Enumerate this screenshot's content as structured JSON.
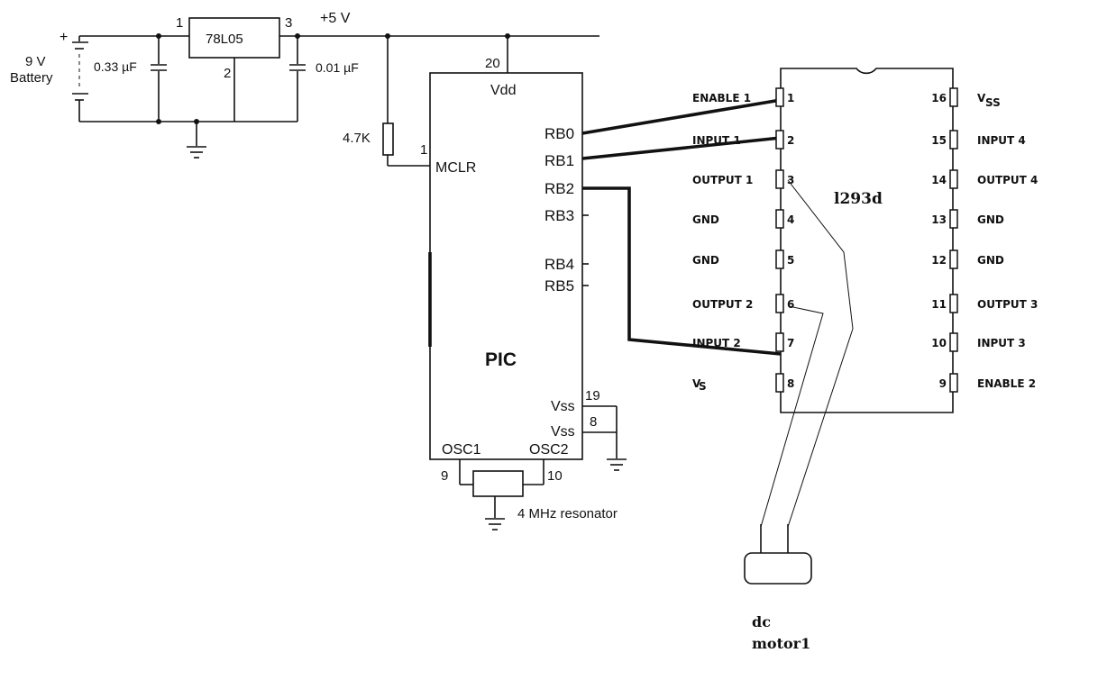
{
  "power": {
    "battery_plus": "+",
    "battery_label_1": "9 V",
    "battery_label_2": "Battery",
    "cap1_label": "0.33 µF",
    "cap2_label": "0.01 µF",
    "regulator_label": "78L05",
    "reg_pin_in": "1",
    "reg_pin_gnd": "2",
    "reg_pin_out": "3",
    "supply_label": "+5 V"
  },
  "pic": {
    "name": "PIC",
    "resistor_label": "4.7K",
    "vdd_pin": "20",
    "vdd_label": "Vdd",
    "mclr_pin": "1",
    "mclr_label": "MCLR",
    "ports": [
      "RB0",
      "RB1",
      "RB2",
      "RB3",
      "RB4",
      "RB5"
    ],
    "vss_pin_a": "19",
    "vss_pin_b": "8",
    "vss_label": "Vss",
    "osc1_label": "OSC1",
    "osc2_label": "OSC2",
    "osc1_pin": "9",
    "osc2_pin": "10",
    "resonator_label": "4 MHz resonator"
  },
  "driver": {
    "name": "l293d",
    "left_pins": [
      {
        "num": "1",
        "label": "ENABLE 1"
      },
      {
        "num": "2",
        "label": "INPUT 1"
      },
      {
        "num": "3",
        "label": "OUTPUT 1"
      },
      {
        "num": "4",
        "label": "GND"
      },
      {
        "num": "5",
        "label": "GND"
      },
      {
        "num": "6",
        "label": "OUTPUT 2"
      },
      {
        "num": "7",
        "label": "INPUT 2"
      },
      {
        "num": "8",
        "label": "V"
      }
    ],
    "vs_sub": "S",
    "right_pins": [
      {
        "num": "16",
        "label": "V"
      },
      {
        "num": "15",
        "label": "INPUT 4"
      },
      {
        "num": "14",
        "label": "OUTPUT 4"
      },
      {
        "num": "13",
        "label": "GND"
      },
      {
        "num": "12",
        "label": "GND"
      },
      {
        "num": "11",
        "label": "OUTPUT 3"
      },
      {
        "num": "10",
        "label": "INPUT 3"
      },
      {
        "num": "9",
        "label": "ENABLE 2"
      }
    ],
    "vss_sub": "SS"
  },
  "motor": {
    "label_1": "dc",
    "label_2": "motor1"
  }
}
